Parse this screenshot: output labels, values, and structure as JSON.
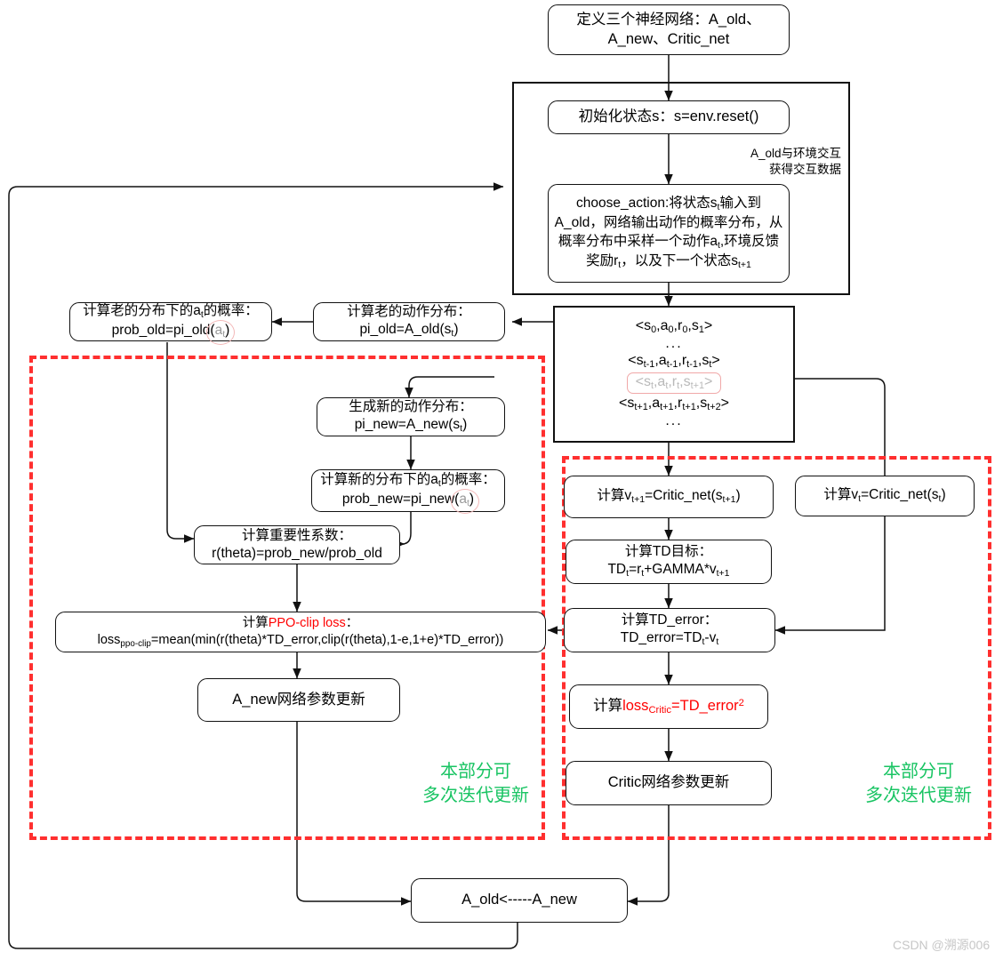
{
  "diagram": {
    "title": "PPO algorithm flowchart",
    "watermark": "CSDN @溯源006",
    "colors": {
      "dashed_border": "#ff2f2f",
      "green_note": "#19c463",
      "red_text": "#ff0000",
      "ghost_text": "#b9b9b9",
      "line": "#111111"
    }
  },
  "nodes": {
    "define_nets": "定义三个神经网络：A_old、\nA_new、Critic_net",
    "init_state": "初始化状态s：s=env.reset()",
    "choose_action_line1": "choose_action:将状态s",
    "choose_action_text": "choose_action:将状态st输入到\nA_old，网络输出动作的概率分布，\n从概率分布中采样一个动作at,环境\n反馈奖励rt，以及下一个状态st+1",
    "old_action_dist": "计算老的动作分布：\npi_old=A_old(st)",
    "prob_old": "计算老的分布下的at的概率：\nprob_old=pi_old(at)",
    "new_action_dist": "生成新的动作分布：\npi_new=A_new(st)",
    "prob_new": "计算新的分布下的at的概率：\nprob_new=pi_new(at)",
    "ratio": "计算重要性系数：\nr(theta)=prob_new/prob_old",
    "ppo_loss_label": "计算",
    "ppo_loss_red": "PPO-clip loss",
    "ppo_loss_formula": "lossppo-clip=mean(min(r(theta)*TD_error,clip(r(theta),1-e,1+e)*TD_error))",
    "actor_update": "A_new网络参数更新",
    "v_next": "计算vt+1=Critic_net(st+1)",
    "v_cur": "计算vt=Critic_net(st)",
    "td_target": "计算TD目标：\nTDt=rt+GAMMA*vt+1",
    "td_error": "计算TD_error：\nTD_error=TDt-vt",
    "critic_loss_label": "计算",
    "critic_loss_red": "lossCritic=TD_error2",
    "critic_update": "Critic网络参数更新",
    "sync": "A_old<-----A_new"
  },
  "buffer": {
    "rows": [
      "<s0,a0,r0,s1>",
      "...",
      "<st-1,at-1,rt-1,st>",
      "<st,at,rt,st+1>",
      "<st+1,at+1,rt+1,st+2>",
      "..."
    ],
    "highlighted_index": 3
  },
  "annotations": {
    "env_interaction": "A_old与环境交互\n获得交互数据",
    "green_left": "本部分可\n多次迭代更新",
    "green_right": "本部分可\n多次迭代更新"
  }
}
